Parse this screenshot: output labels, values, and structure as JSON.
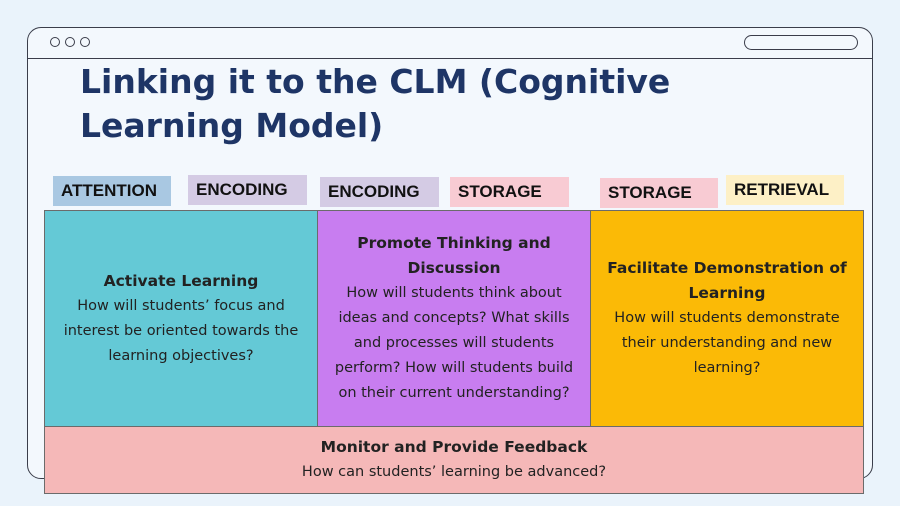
{
  "title": "Linking it to the CLM (Cognitive Learning Model)",
  "labels": [
    {
      "text": "ATTENTION",
      "color": "#a9c8e2"
    },
    {
      "text": "ENCODING",
      "color": "#d4cbe4"
    },
    {
      "text": "ENCODING",
      "color": "#d4cbe4"
    },
    {
      "text": "STORAGE",
      "color": "#f8cbd3"
    },
    {
      "text": "STORAGE",
      "color": "#f8cbd3"
    },
    {
      "text": "RETRIEVAL",
      "color": "#fdf0c6"
    }
  ],
  "cells": {
    "activate": {
      "heading": "Activate Learning",
      "body": "How will students’ focus and interest be oriented towards the learning objectives?",
      "color": "#64c9d6"
    },
    "promote": {
      "heading": "Promote Thinking and Discussion",
      "body": "How will students think about ideas and concepts? What skills and processes will students perform? How will students build on their current understanding?",
      "color": "#c87df0"
    },
    "facilitate": {
      "heading": "Facilitate Demonstration of Learning",
      "body": "How will students demonstrate their understanding and new learning?",
      "color": "#fbba06"
    },
    "monitor": {
      "heading": "Monitor and Provide Feedback",
      "body": "How can students’ learning be advanced?",
      "color": "#f5b8b8"
    }
  }
}
